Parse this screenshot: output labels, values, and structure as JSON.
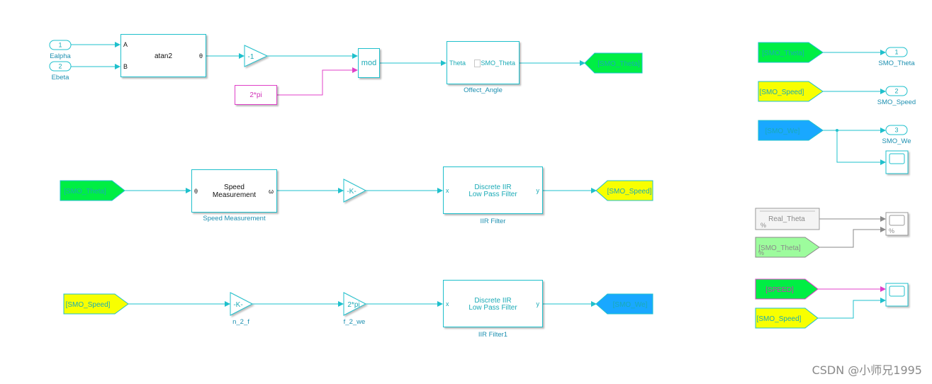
{
  "colors": {
    "wire": "#1fc0cc",
    "block_border": "#1fc0cc",
    "green": "#00ee44",
    "yellow": "#f8ff00",
    "blue": "#19a8ff",
    "light_green": "#9dfc9d",
    "magenta": "#e040c8"
  },
  "inports": [
    {
      "number": "1",
      "name": "Ealpha"
    },
    {
      "number": "2",
      "name": "Ebeta"
    }
  ],
  "atan2": {
    "label": "atan2",
    "port_a": "A",
    "port_b": "B",
    "port_out": "θ"
  },
  "gain_neg1": {
    "label": "-1"
  },
  "mod_block": {
    "label": "mod"
  },
  "two_pi_const": {
    "label": "2*pi"
  },
  "offect_angle": {
    "in_port": "Theta",
    "out_port": "SMO_Theta",
    "name": "Offect_Angle"
  },
  "goto_top": {
    "label": "[SMO_Theta]"
  },
  "speed_meas": {
    "line1": "Speed",
    "line2": "Measurement",
    "port_in": "θ",
    "port_out": "ω",
    "name": "Speed Measurement"
  },
  "from_theta_mid": {
    "label": "[SMO_Theta]"
  },
  "gain_k_mid": {
    "label": "-K-"
  },
  "iir1": {
    "line1": "Discrete IIR",
    "line2": "Low Pass Filter",
    "port_in": "x",
    "port_out": "y",
    "name": "IIR Filter"
  },
  "goto_speed": {
    "label": "[SMO_Speed]"
  },
  "from_speed_bot": {
    "label": "[SMO_Speed]"
  },
  "gain_n2f": {
    "label": "-K-",
    "name": "n_2_f"
  },
  "gain_f2we": {
    "label": "2*pi",
    "name": "f_2_we"
  },
  "iir2": {
    "line1": "Discrete IIR",
    "line2": "Low Pass Filter",
    "port_in": "x",
    "port_out": "y",
    "name": "IIR Filter1"
  },
  "goto_we": {
    "label": "[SMO_We]"
  },
  "right_from": [
    {
      "label": "[SMO_Theta]"
    },
    {
      "label": "[SMO_Speed]"
    },
    {
      "label": "[SMO_We]"
    }
  ],
  "outports": [
    {
      "number": "1",
      "name": "SMO_Theta"
    },
    {
      "number": "2",
      "name": "SMO_Speed"
    },
    {
      "number": "3",
      "name": "SMO_We"
    }
  ],
  "real_theta": {
    "label": "Real_Theta"
  },
  "from_theta_light": {
    "label": "[SMO_Theta]"
  },
  "from_speed_green": {
    "label": "[SPEED]"
  },
  "from_speed_yellow": {
    "label": "[SMO_Speed]"
  },
  "watermark": "CSDN @小师兄1995"
}
